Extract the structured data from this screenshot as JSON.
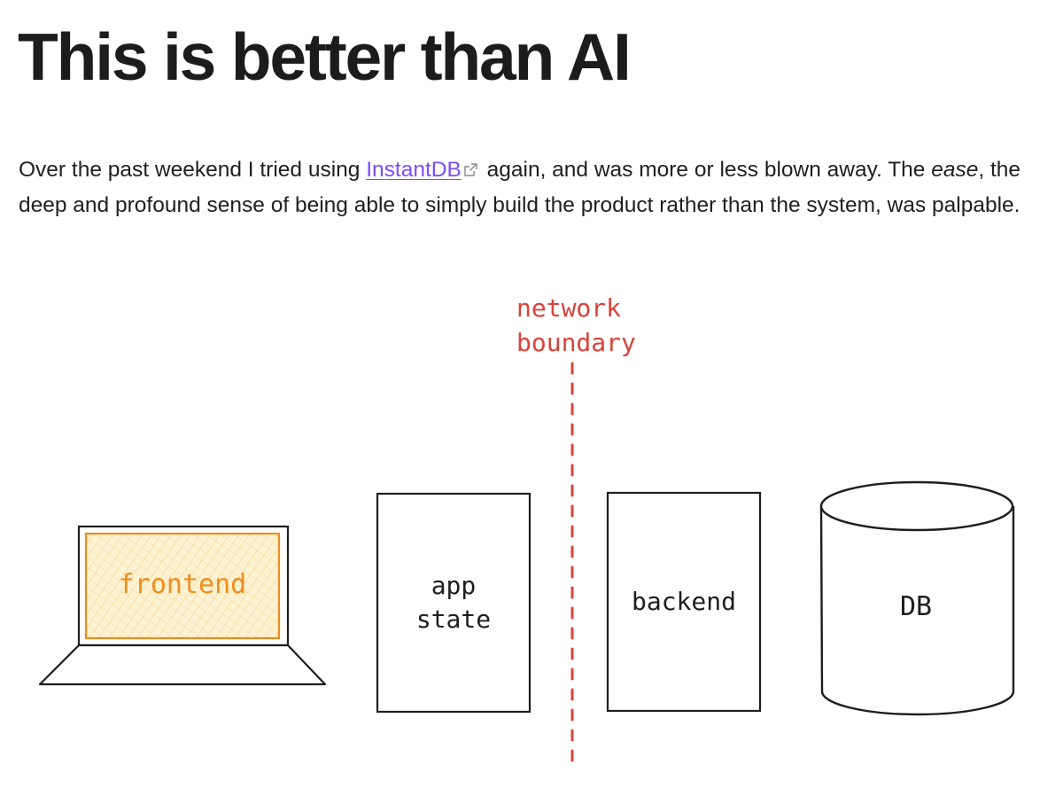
{
  "article": {
    "title": "This is better than AI",
    "intro": {
      "before_link": "Over the past weekend I tried using ",
      "link_text": "InstantDB",
      "after_link": " again, and was more or less blown away. The ",
      "emphasis": "ease",
      "rest": ", the deep and profound sense of being able to simply build the product rather than the system, was palpable."
    }
  },
  "diagram": {
    "network_boundary": {
      "line1": "network",
      "line2": "boundary",
      "color": "#d9433a"
    },
    "frontend": {
      "label": "frontend",
      "color": "#f08c1e",
      "fill": "#fdf3d3"
    },
    "app_state": {
      "line1": "app",
      "line2": "state"
    },
    "backend": {
      "label": "backend"
    },
    "db": {
      "label": "DB"
    }
  }
}
